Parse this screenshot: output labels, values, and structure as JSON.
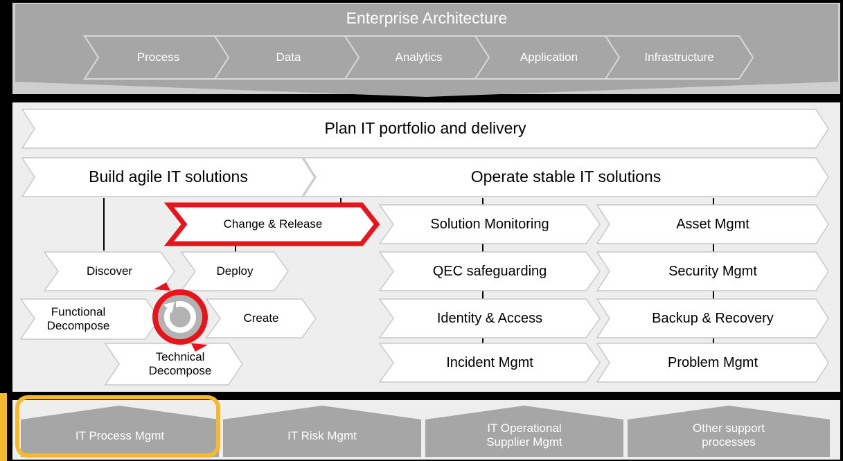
{
  "enterprise_architecture": {
    "title": "Enterprise Architecture",
    "chevrons": [
      "Process",
      "Data",
      "Analytics",
      "Application",
      "Infrastructure"
    ]
  },
  "plan": {
    "label": "Plan IT portfolio and delivery"
  },
  "build": {
    "label": "Build agile IT solutions",
    "change_release": "Change & Release",
    "cycle": {
      "discover": "Discover",
      "deploy": "Deploy",
      "functional_decompose": "Functional Decompose",
      "create": "Create",
      "technical_decompose": "Technical Decompose"
    }
  },
  "operate": {
    "label": "Operate stable IT solutions",
    "left_column": [
      "Solution Monitoring",
      "QEC safeguarding",
      "Identity & Access",
      "Incident Mgmt"
    ],
    "right_column": [
      "Asset Mgmt",
      "Security Mgmt",
      "Backup & Recovery",
      "Problem Mgmt"
    ]
  },
  "support": {
    "items": [
      "IT Process Mgmt",
      "IT Risk Mgmt",
      "IT Operational Supplier Mgmt",
      "Other support processes"
    ],
    "highlighted": "IT Process Mgmt"
  },
  "colors": {
    "highlight": "#f5b82e",
    "accent_red": "#e8141b",
    "gray": "#a6a6a6"
  }
}
